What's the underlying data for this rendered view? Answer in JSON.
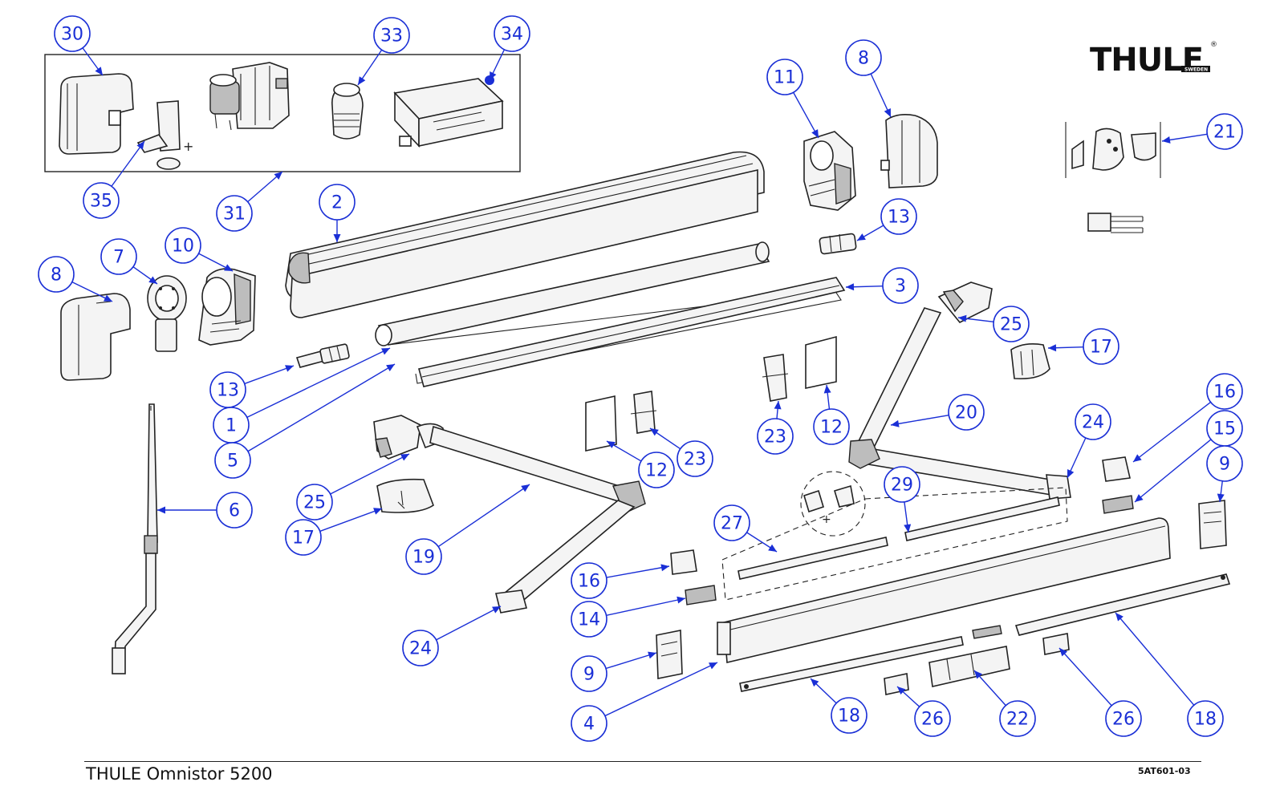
{
  "brand": {
    "logo_text": "THULE",
    "logo_sub": "SWEDEN"
  },
  "footer": {
    "title": "THULE Omnistor 5200",
    "code": "5AT601-03"
  },
  "callouts": [
    {
      "id": "c30",
      "label": "30"
    },
    {
      "id": "c33",
      "label": "33"
    },
    {
      "id": "c34",
      "label": "34"
    },
    {
      "id": "c35",
      "label": "35"
    },
    {
      "id": "c31",
      "label": "31"
    },
    {
      "id": "c2",
      "label": "2"
    },
    {
      "id": "c11",
      "label": "11"
    },
    {
      "id": "c8a",
      "label": "8"
    },
    {
      "id": "c21",
      "label": "21"
    },
    {
      "id": "c13a",
      "label": "13"
    },
    {
      "id": "c8b",
      "label": "8"
    },
    {
      "id": "c7",
      "label": "7"
    },
    {
      "id": "c10",
      "label": "10"
    },
    {
      "id": "c3",
      "label": "3"
    },
    {
      "id": "c25a",
      "label": "25"
    },
    {
      "id": "c17a",
      "label": "17"
    },
    {
      "id": "c13b",
      "label": "13"
    },
    {
      "id": "c1",
      "label": "1"
    },
    {
      "id": "c5",
      "label": "5"
    },
    {
      "id": "c20",
      "label": "20"
    },
    {
      "id": "c23a",
      "label": "23"
    },
    {
      "id": "c12a",
      "label": "12"
    },
    {
      "id": "c16a",
      "label": "16"
    },
    {
      "id": "c24a",
      "label": "24"
    },
    {
      "id": "c15",
      "label": "15"
    },
    {
      "id": "c9a",
      "label": "9"
    },
    {
      "id": "c12b",
      "label": "12"
    },
    {
      "id": "c23b",
      "label": "23"
    },
    {
      "id": "c25b",
      "label": "25"
    },
    {
      "id": "c6",
      "label": "6"
    },
    {
      "id": "c17b",
      "label": "17"
    },
    {
      "id": "c19",
      "label": "19"
    },
    {
      "id": "c29",
      "label": "29"
    },
    {
      "id": "c27",
      "label": "27"
    },
    {
      "id": "c16b",
      "label": "16"
    },
    {
      "id": "c14",
      "label": "14"
    },
    {
      "id": "c24b",
      "label": "24"
    },
    {
      "id": "c9b",
      "label": "9"
    },
    {
      "id": "c4",
      "label": "4"
    },
    {
      "id": "c18a",
      "label": "18"
    },
    {
      "id": "c26a",
      "label": "26"
    },
    {
      "id": "c22",
      "label": "22"
    },
    {
      "id": "c26b",
      "label": "26"
    },
    {
      "id": "c18b",
      "label": "18"
    }
  ]
}
